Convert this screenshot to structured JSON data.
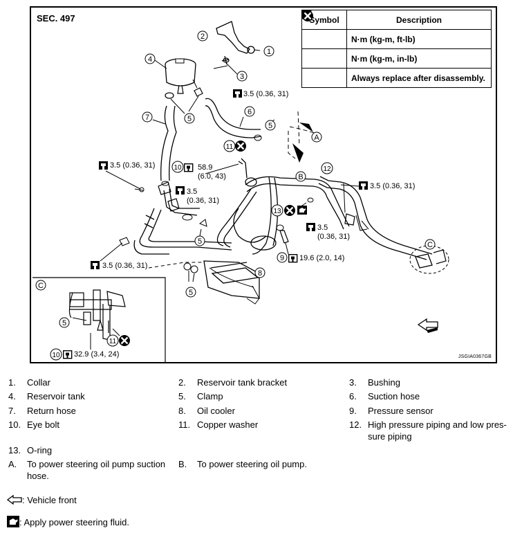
{
  "section": "SEC. 497",
  "figure_code": "JSGIA0367GB",
  "symbol_table": {
    "header_symbol": "Symbol",
    "header_description": "Description",
    "rows": [
      {
        "icon": "torque-wrench-open-icon",
        "description": "N·m (kg-m, ft-lb)"
      },
      {
        "icon": "torque-wrench-filled-icon",
        "description": "N·m (kg-m, in-lb)"
      },
      {
        "icon": "replace-cross-icon",
        "description": "Always replace after disassembly."
      }
    ]
  },
  "callouts": {
    "t_bracket": "3.5 (0.36, 31)",
    "t_left_upper": "3.5 (0.36, 31)",
    "t_eyebolt_a": "58.9",
    "t_eyebolt_b": "(6.0, 43)",
    "t_mid_a": "3.5",
    "t_mid_b": "(0.36, 31)",
    "t_right_upper": "3.5 (0.36, 31)",
    "t_right_mid_a": "3.5",
    "t_right_mid_b": "(0.36, 31)",
    "t_left_lower": "3.5 (0.36, 31)",
    "t_sensor": "19.6 (2.0, 14)",
    "t_inset": "32.9 (3.4, 24)",
    "n1": "1",
    "n2": "2",
    "n3": "3",
    "n4": "4",
    "n5": "5",
    "n6": "6",
    "n7": "7",
    "n8": "8",
    "n9": "9",
    "n10": "10",
    "n11": "11",
    "n12": "12",
    "n13": "13",
    "arrowA": "A",
    "arrowB": "B",
    "detailC": "C"
  },
  "legend": [
    {
      "num": "1.",
      "text": "Collar"
    },
    {
      "num": "2.",
      "text": "Reservoir tank bracket"
    },
    {
      "num": "3.",
      "text": "Bushing"
    },
    {
      "num": "4.",
      "text": "Reservoir tank"
    },
    {
      "num": "5.",
      "text": "Clamp"
    },
    {
      "num": "6.",
      "text": "Suction hose"
    },
    {
      "num": "7.",
      "text": "Return hose"
    },
    {
      "num": "8.",
      "text": "Oil cooler"
    },
    {
      "num": "9.",
      "text": "Pressure sensor"
    },
    {
      "num": "10.",
      "text": "Eye bolt"
    },
    {
      "num": "11.",
      "text": "Copper washer"
    },
    {
      "num": "12.",
      "text": "High pressure piping and low pres-"
    },
    {
      "num": "",
      "text": "sure piping"
    },
    {
      "num": "13.",
      "text": "O-ring"
    },
    {
      "num": "A.",
      "text": "To power steering oil pump suction"
    },
    {
      "num": "",
      "text": "hose."
    },
    {
      "num": "B.",
      "text": "To power steering oil pump."
    }
  ],
  "notes": {
    "vehicle_front": ": Vehicle front",
    "apply_fluid": ": Apply power steering fluid."
  }
}
